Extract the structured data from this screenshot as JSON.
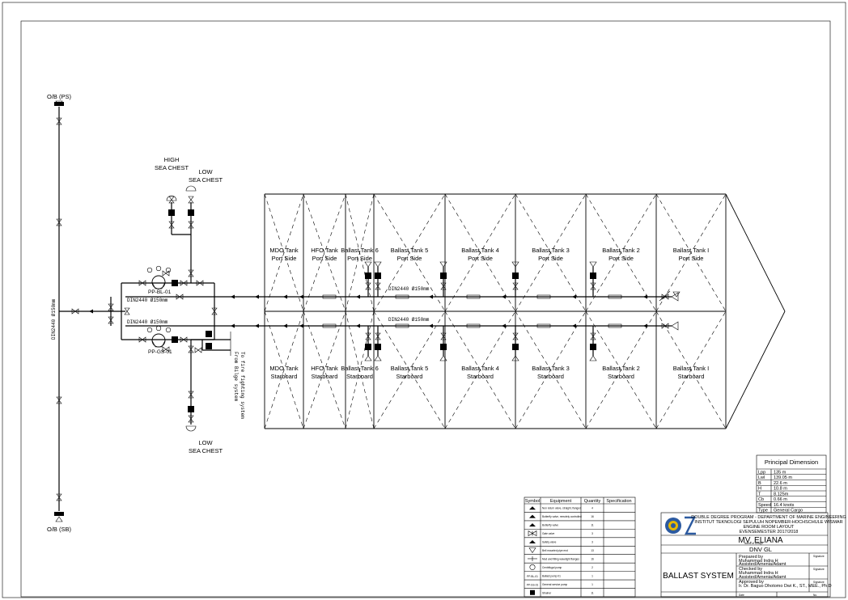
{
  "diagram": {
    "tanks": [
      {
        "port": [
          "MDO Tank",
          "Port Side"
        ],
        "stbd": [
          "MDO Tank",
          "Starboard"
        ]
      },
      {
        "port": [
          "HFO Tank",
          "Port Side"
        ],
        "stbd": [
          "HFO Tank",
          "Starboard"
        ]
      },
      {
        "port": [
          "Ballast Tank 6",
          "Port Side"
        ],
        "stbd": [
          "Ballast Tank 6",
          "Starboard"
        ]
      },
      {
        "port": [
          "Ballast Tank 5",
          "Port Side"
        ],
        "stbd": [
          "Ballast Tank 5",
          "Starboard"
        ]
      },
      {
        "port": [
          "Ballast Tank 4",
          "Port Side"
        ],
        "stbd": [
          "Ballast Tank 4",
          "Starboard"
        ]
      },
      {
        "port": [
          "Ballast Tank 3",
          "Port Side"
        ],
        "stbd": [
          "Ballast Tank 3",
          "Starboard"
        ]
      },
      {
        "port": [
          "Ballast Tank 2",
          "Port Side"
        ],
        "stbd": [
          "Ballast Tank 2",
          "Starboard"
        ]
      },
      {
        "port": [
          "Ballast Tank I",
          "Port Side"
        ],
        "stbd": [
          "Ballast Tank I",
          "Starboard"
        ]
      }
    ],
    "labels": {
      "ob_ps": "O/B (PS)",
      "ob_sb": "O/B (SB)",
      "high_sea_chest": [
        "HIGH",
        "SEA CHEST"
      ],
      "low_sea_chest_top": [
        "LOW",
        "SEA CHEST"
      ],
      "low_sea_chest_bottom": [
        "LOW",
        "SEA CHEST"
      ],
      "pump_top": "PP-BL-01",
      "pump_bottom": "PP-GS-01",
      "din_main_top": "DIN2440  Ø150mm",
      "din_main_bottom": "DIN2440  Ø150mm",
      "din_tank_top": "DIN2440  Ø150mm",
      "din_tank_bottom": "DIN2440  Ø150mm",
      "din_vertical": "DIN2440  Ø150mm",
      "from_bilge": "From Bilge system",
      "to_firefighting": "To fire fighting system"
    }
  },
  "principal_dimension": {
    "title": "Principal Dimension",
    "rows": [
      [
        "Lpp",
        "135 m"
      ],
      [
        "Lwl",
        "139.05 m"
      ],
      [
        "B",
        "22.6 m"
      ],
      [
        "H",
        "10.8 m"
      ],
      [
        "T",
        "8.125m"
      ],
      [
        "Cb",
        "0.66 m"
      ],
      [
        "Speed",
        "16.4 knots"
      ],
      [
        "Type",
        "General Cargo"
      ]
    ]
  },
  "equipment_table": {
    "headers": [
      "Symbol",
      "Equipment",
      "Quantity",
      "Specification"
    ],
    "rows": [
      {
        "symbol": "",
        "equipment": "Non return valve, straight, flanged",
        "qty": "4"
      },
      {
        "symbol": "",
        "equipment": "Butterfly valve, remotely controlled",
        "qty": "16"
      },
      {
        "symbol": "",
        "equipment": "Butterfly valve",
        "qty": "11"
      },
      {
        "symbol": "",
        "equipment": "Gate valve",
        "qty": "3"
      },
      {
        "symbol": "",
        "equipment": "Safety valve",
        "qty": "3"
      },
      {
        "symbol": "",
        "equipment": "Bell mounted pipe end",
        "qty": "13"
      },
      {
        "symbol": "",
        "equipment": "Mud and filling wavelight flanges",
        "qty": "16"
      },
      {
        "symbol": "",
        "equipment": "Centrifugal pump",
        "qty": "2"
      },
      {
        "symbol": "PP-BL-01",
        "equipment": "Ballast pump 01",
        "qty": "1"
      },
      {
        "symbol": "PP-GS-01",
        "equipment": "General service pump",
        "qty": "1"
      },
      {
        "symbol": "",
        "equipment": "Strainer",
        "qty": "11"
      }
    ]
  },
  "title_block": {
    "institution": [
      "DOUBLE DEGREE PROGRAM - DEPARTMENT OF MARINE ENGINEERING",
      "INSTITUT TEKNOLOGI SEPULUH NOPEMBER-HOCHSCHULE WISMAR",
      "ENGINE ROOM LAYOUT",
      "EVENSEMESTER 2017/2018"
    ],
    "ship_name": "MV. ELIANA",
    "ship_name_caption": "Name of Design",
    "class": "DNV GL",
    "drawing_title": "BALLAST SYSTEM",
    "prepared_label": "Prepared by",
    "prepared_by": "Muhammad Indra H",
    "prepared_sub": "Assisted/Amenia/Adamt",
    "checked_label": "Checked by",
    "checked_by": "Muhammad Indra H",
    "checked_sub": "Assisted/Amenia/Adamt",
    "approved_label": "Approved by",
    "approved_by": "Ir. Dr. Baguo Dhotomo Dwi K., ST., MEE., Ph.D",
    "sign": "Signature",
    "date": "Date",
    "no": "No."
  },
  "colors": {
    "line": "#000000",
    "background": "#ffffff",
    "logo_blue": "#2c5aa0",
    "logo_yellow": "#e6b800"
  }
}
